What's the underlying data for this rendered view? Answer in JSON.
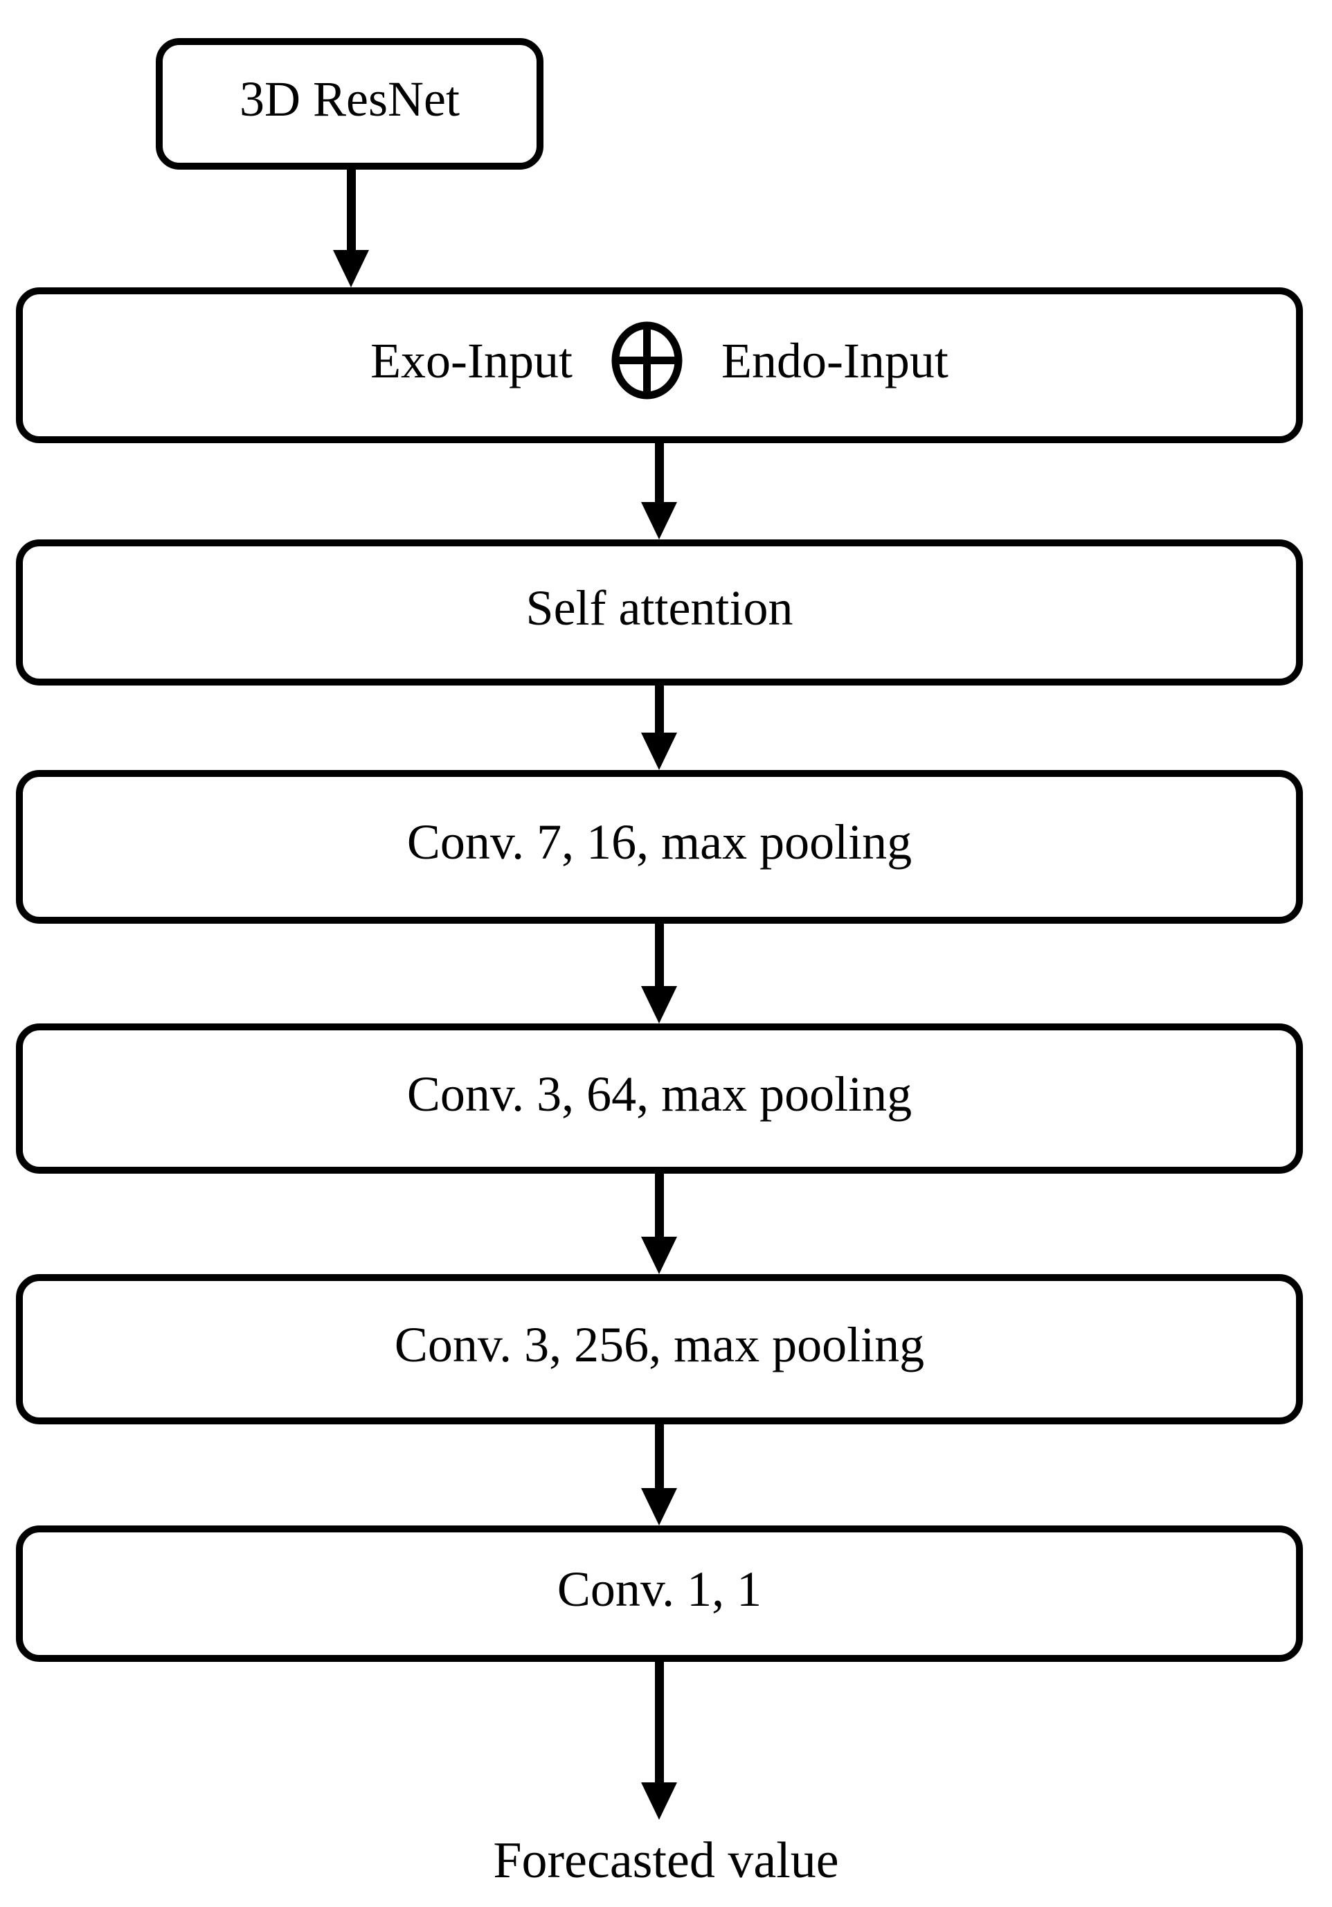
{
  "figure": {
    "type": "flowchart",
    "background_color": "#ffffff",
    "stroke_color": "#000000",
    "nodes": [
      {
        "id": "resnet",
        "label": "3D ResNet"
      },
      {
        "id": "inputs",
        "label_left": "Exo-Input",
        "operator_icon": "circled-plus",
        "label_right": "Endo-Input"
      },
      {
        "id": "attention",
        "label": "Self attention"
      },
      {
        "id": "conv-7-16",
        "label": "Conv. 7, 16, max pooling"
      },
      {
        "id": "conv-3-64",
        "label": "Conv. 3, 64, max pooling"
      },
      {
        "id": "conv-3-256",
        "label": "Conv. 3, 256, max pooling"
      },
      {
        "id": "conv-1-1",
        "label": "Conv. 1, 1"
      }
    ],
    "edges": [
      "resnet->inputs",
      "inputs->attention",
      "attention->conv-7-16",
      "conv-7-16->conv-3-64",
      "conv-3-64->conv-3-256",
      "conv-3-256->conv-1-1",
      "conv-1-1->output"
    ],
    "output_label": "Forecasted value"
  }
}
